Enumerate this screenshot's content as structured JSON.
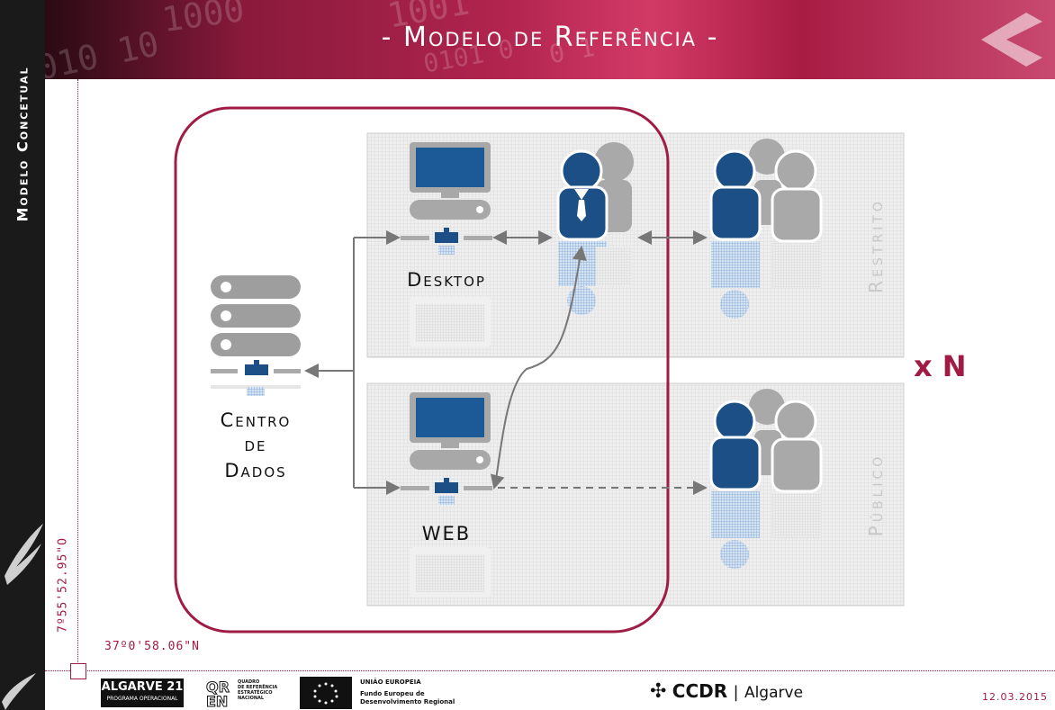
{
  "header": {
    "title": "- Modelo de Referência -",
    "digits": [
      "1000",
      "1001",
      "010 10",
      "0101 0",
      "0 1"
    ]
  },
  "sidebar": {
    "title": "Modelo Concetual"
  },
  "coords": {
    "vertical": "7º55'52.95\"O",
    "horizontal": "37º0'58.06\"N"
  },
  "diagram": {
    "data_center_label": [
      "Centro",
      "de",
      "Dados"
    ],
    "desktop_label": "Desktop",
    "web_label": "WEB",
    "restricted_label": "Restrito",
    "public_label": "Público",
    "multiplier_label": "x N"
  },
  "footer": {
    "algarve_title": "ALGARVE 21",
    "algarve_sub": "PROGRAMA OPERACIONAL",
    "qren_text": [
      "QUADRO",
      "DE REFERÊNCIA",
      "ESTRATÉGICO",
      "NACIONAL"
    ],
    "eu_title": "UNIÃO EUROPEIA",
    "eu_fund": "Fundo Europeu de Desenvolvimento Regional",
    "ccdr_name": "CCDR",
    "ccdr_region": "Algarve",
    "date": "12.03.2015"
  },
  "colors": {
    "accent": "#a01c44",
    "user_blue": "#1b4f86",
    "user_gray": "#a9a9a9",
    "screen_blue": "#1b5a96",
    "panel_bg": "#ececec"
  }
}
